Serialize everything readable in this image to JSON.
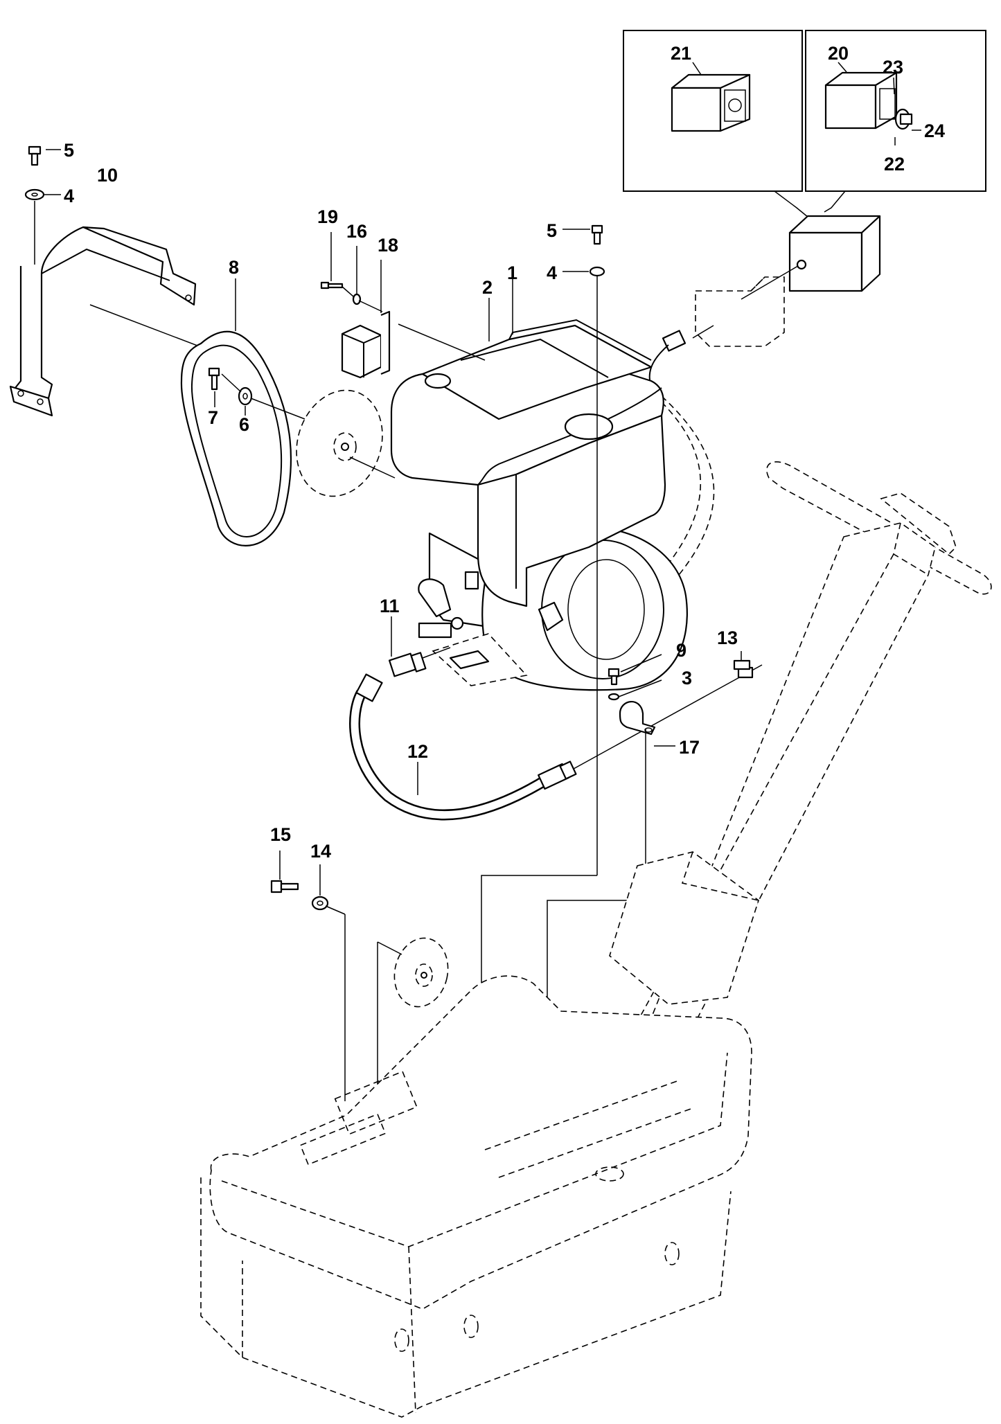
{
  "diagram": {
    "detail_boxes": [
      {
        "id": "detail-a",
        "labels": [
          "21"
        ]
      },
      {
        "id": "detail-b",
        "labels": [
          "20",
          "23",
          "24",
          "22"
        ]
      }
    ],
    "callouts": [
      {
        "key": "c21",
        "text": "21"
      },
      {
        "key": "c20",
        "text": "20"
      },
      {
        "key": "c23",
        "text": "23"
      },
      {
        "key": "c24",
        "text": "24"
      },
      {
        "key": "c22",
        "text": "22"
      },
      {
        "key": "c5a",
        "text": "5"
      },
      {
        "key": "c4a",
        "text": "4"
      },
      {
        "key": "c10",
        "text": "10"
      },
      {
        "key": "c19",
        "text": "19"
      },
      {
        "key": "c16",
        "text": "16"
      },
      {
        "key": "c18",
        "text": "18"
      },
      {
        "key": "c5b",
        "text": "5"
      },
      {
        "key": "c4b",
        "text": "4"
      },
      {
        "key": "c8",
        "text": "8"
      },
      {
        "key": "c2",
        "text": "2"
      },
      {
        "key": "c1",
        "text": "1"
      },
      {
        "key": "c7",
        "text": "7"
      },
      {
        "key": "c6",
        "text": "6"
      },
      {
        "key": "c11",
        "text": "11"
      },
      {
        "key": "c9",
        "text": "9"
      },
      {
        "key": "c13",
        "text": "13"
      },
      {
        "key": "c3",
        "text": "3"
      },
      {
        "key": "c17",
        "text": "17"
      },
      {
        "key": "c12",
        "text": "12"
      },
      {
        "key": "c15",
        "text": "15"
      },
      {
        "key": "c14",
        "text": "14"
      }
    ]
  }
}
